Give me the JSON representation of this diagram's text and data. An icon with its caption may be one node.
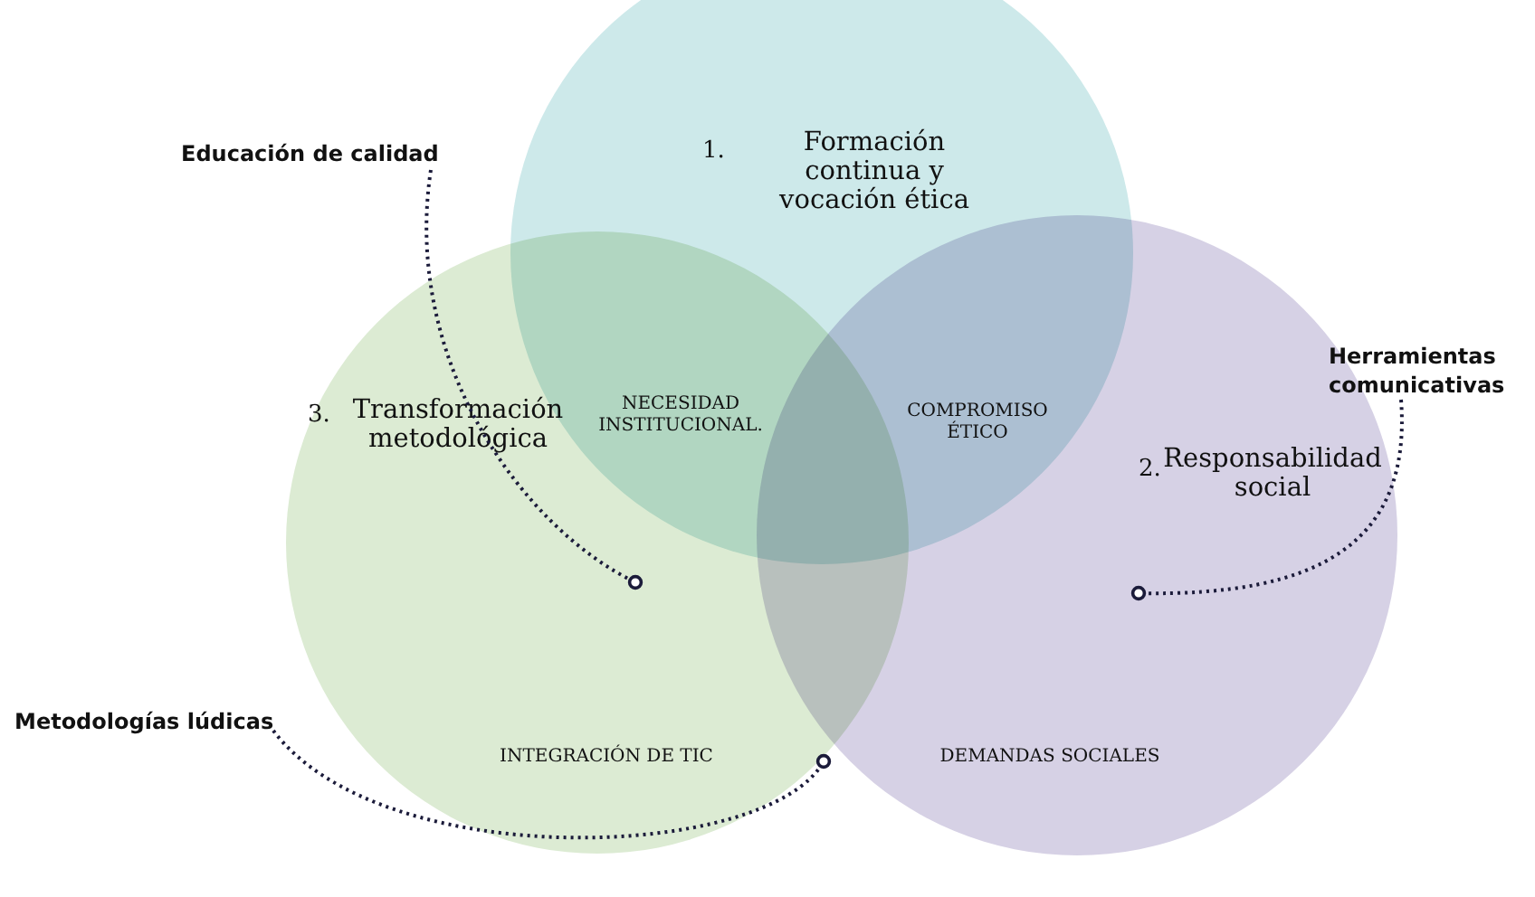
{
  "diagram": {
    "nodes": [
      {
        "text": [
          "1.",
          "Formación continua y vocación ética"
        ]
      },
      {
        "text": [
          "2.",
          "Responsabilidad social"
        ]
      },
      {
        "text": [
          "3.",
          "Transformación metodológica"
        ]
      },
      {
        "text": [
          "Educación de calidad"
        ]
      },
      {
        "text": [
          "Herramientas comunicativas"
        ]
      },
      {
        "text": [
          "Metodologías lúdicas"
        ]
      }
    ],
    "edges": [
      {
        "from": 3,
        "to": 2,
        "arrow": "other",
        "style": "dashed"
      },
      {
        "from": 4,
        "to": 1,
        "arrow": "other",
        "style": "dashed"
      },
      {
        "from": 5,
        "to": 2,
        "arrow": "other",
        "style": "dashed"
      }
    ],
    "labels": [
      "NECESIDAD INSTITUCIONAL.",
      "COMPROMISO ÉTICO",
      "INTEGRACIÓN DE TIC",
      "DEMANDAS SOCIALES"
    ]
  }
}
